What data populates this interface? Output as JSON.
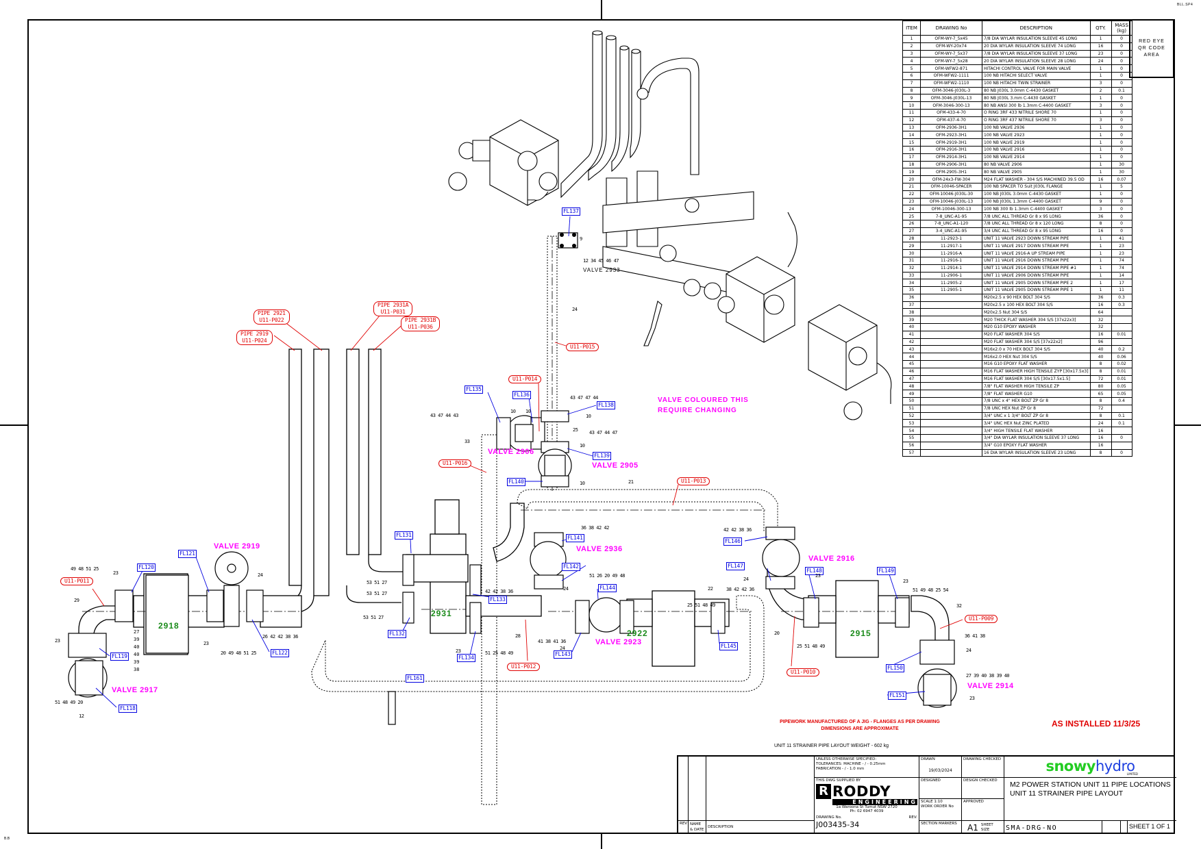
{
  "sheet": {
    "corner_ref": "BLL.SP4",
    "corner_ref_bottom": "B.B"
  },
  "bom": {
    "headers": {
      "item": "ITEM",
      "drawing_no": "DRAWING No",
      "description": "DESCRIPTION",
      "qty": "QTY.",
      "mass": "MASS (kg)"
    },
    "rows": [
      {
        "item": "1",
        "drawing": "OFM-WY-7_5x45",
        "desc": "7/8 DIA WYLAR INSULATION SLEEVE 45 LONG",
        "qty": "1",
        "mass": "0"
      },
      {
        "item": "2",
        "drawing": "OFM-WY-20x74",
        "desc": "20 DIA WYLAR INSULATION SLEEVE 74 LONG",
        "qty": "16",
        "mass": "0"
      },
      {
        "item": "3",
        "drawing": "OFM-WY-7_5x37",
        "desc": "7/8 DIA WYLAR INSULATION SLEEVE 37 LONG",
        "qty": "23",
        "mass": "0"
      },
      {
        "item": "4",
        "drawing": "OFM-WY-7_5x28",
        "desc": "20 DIA WYLAR INSULATION SLEEVE 28 LONG",
        "qty": "24",
        "mass": "0"
      },
      {
        "item": "5",
        "drawing": "OFM-WFW2-871",
        "desc": "HITACHI CONTROL VALVE FOR MAIN VALVE",
        "qty": "1",
        "mass": "0"
      },
      {
        "item": "6",
        "drawing": "OFM-WFW2-1111",
        "desc": "100 NB HITACHI SELECT VALVE",
        "qty": "1",
        "mass": "0"
      },
      {
        "item": "7",
        "drawing": "OFM-WFW2-1110",
        "desc": "100 NB HITACHI TWIN STRAINER",
        "qty": "3",
        "mass": "0"
      },
      {
        "item": "8",
        "drawing": "OFM-3046-J030L-3",
        "desc": "80 NB J030L 3.0mm C-4430 GASKET",
        "qty": "2",
        "mass": "0.1"
      },
      {
        "item": "9",
        "drawing": "OFM-3046-J030L-13",
        "desc": "80 NB J030L 3.mm C-4430 GASKET",
        "qty": "1",
        "mass": "0"
      },
      {
        "item": "10",
        "drawing": "OFM-3046-300-13",
        "desc": "80 NB ANSI 300 lb 1.3mm C-4400 GASKET",
        "qty": "3",
        "mass": "0"
      },
      {
        "item": "11",
        "drawing": "OFM-433-4-70",
        "desc": "O RING 3RF 433 NITRILE SHORE 70",
        "qty": "1",
        "mass": "0"
      },
      {
        "item": "12",
        "drawing": "OFM-437-4-70",
        "desc": "O RING 3RF 437 NITRILE SHORE 70",
        "qty": "3",
        "mass": "0"
      },
      {
        "item": "13",
        "drawing": "OFM-2936-3H1",
        "desc": "100 NB VALVE 2936",
        "qty": "1",
        "mass": "0"
      },
      {
        "item": "14",
        "drawing": "OFM-2923-3H1",
        "desc": "100 NB VALVE 2923",
        "qty": "1",
        "mass": "0"
      },
      {
        "item": "15",
        "drawing": "OFM-2919-3H1",
        "desc": "100 NB VALVE 2919",
        "qty": "1",
        "mass": "0"
      },
      {
        "item": "16",
        "drawing": "OFM-2916-3H1",
        "desc": "100 NB VALVE 2916",
        "qty": "1",
        "mass": "0"
      },
      {
        "item": "17",
        "drawing": "OFM-2914-3H1",
        "desc": "100 NB VALVE 2914",
        "qty": "1",
        "mass": "0"
      },
      {
        "item": "18",
        "drawing": "OFM-2906-3H1",
        "desc": "80 NB VALVE 2906",
        "qty": "1",
        "mass": "30"
      },
      {
        "item": "19",
        "drawing": "OFM-2905-3H1",
        "desc": "80 NB VALVE 2905",
        "qty": "1",
        "mass": "30"
      },
      {
        "item": "20",
        "drawing": "OFM-24x3-FW-304",
        "desc": "M24 FLAT WASHER - 304 S/S MACHINED 39.5 OD",
        "qty": "16",
        "mass": "0.07"
      },
      {
        "item": "21",
        "drawing": "OFM-10046-SPACER",
        "desc": "100 NB SPACER TO Suit J030L FLANGE",
        "qty": "1",
        "mass": "5"
      },
      {
        "item": "22",
        "drawing": "OFM-10046-J030L-30",
        "desc": "100 NB J030L 3.0mm C-4430 GASKET",
        "qty": "1",
        "mass": "0"
      },
      {
        "item": "23",
        "drawing": "OFM-10046-J030L-13",
        "desc": "100 NB J030L 1.3mm C-4400 GASKET",
        "qty": "9",
        "mass": "0"
      },
      {
        "item": "24",
        "drawing": "OFM-10046-300-13",
        "desc": "100 NB 300 lb 1.3mm C-4400 GASKET",
        "qty": "3",
        "mass": "0"
      },
      {
        "item": "25",
        "drawing": "7-8_UNC-A1-95",
        "desc": "7/8 UNC ALL THREAD Gr 8 x 95 LONG",
        "qty": "36",
        "mass": "0"
      },
      {
        "item": "26",
        "drawing": "7-8_UNC-A1-120",
        "desc": "7/8 UNC ALL THREAD Gr 8 x 120 LONG",
        "qty": "8",
        "mass": "0"
      },
      {
        "item": "27",
        "drawing": "3-4_UNC-A1-95",
        "desc": "3/4 UNC ALL THREAD Gr 8 x 95 LONG",
        "qty": "16",
        "mass": "0"
      },
      {
        "item": "28",
        "drawing": "11-2923-1",
        "desc": "UNIT 11 VALVE 2923 DOWN STREAM PIPE",
        "qty": "1",
        "mass": "41"
      },
      {
        "item": "29",
        "drawing": "11-2917-1",
        "desc": "UNIT 11 VALVE 2917 DOWN STREAM PIPE",
        "qty": "1",
        "mass": "23"
      },
      {
        "item": "30",
        "drawing": "11-2916-A",
        "desc": "UNIT 11 VALVE 2916-A UP STREAM PIPE",
        "qty": "1",
        "mass": "23"
      },
      {
        "item": "31",
        "drawing": "11-2916-1",
        "desc": "UNIT 11 VALVE 2916 DOWN STREAM PIPE",
        "qty": "1",
        "mass": "74"
      },
      {
        "item": "32",
        "drawing": "11-2914-1",
        "desc": "UNIT 11 VALVE 2914 DOWN STREAM PIPE #1",
        "qty": "1",
        "mass": "74"
      },
      {
        "item": "33",
        "drawing": "11-2906-1",
        "desc": "UNIT 11 VALVE 2906 DOWN STREAM PIPE",
        "qty": "1",
        "mass": "14"
      },
      {
        "item": "34",
        "drawing": "11-2905-2",
        "desc": "UNIT 11 VALVE 2905 DOWN STREAM PIPE 2",
        "qty": "1",
        "mass": "17"
      },
      {
        "item": "35",
        "drawing": "11-2905-1",
        "desc": "UNIT 11 VALVE 2905 DOWN STREAM PIPE 1",
        "qty": "1",
        "mass": "11"
      },
      {
        "item": "36",
        "drawing": "",
        "desc": "M20x2.5 x 90 HEX BOLT 304 S/S",
        "qty": "36",
        "mass": "0.3"
      },
      {
        "item": "37",
        "drawing": "",
        "desc": "M20x2.5 x 100 HEX BOLT 304 S/S",
        "qty": "16",
        "mass": "0.3"
      },
      {
        "item": "38",
        "drawing": "",
        "desc": "M20x2.5 Nut 304 S/S",
        "qty": "64",
        "mass": ""
      },
      {
        "item": "39",
        "drawing": "",
        "desc": "M20 THICK FLAT WASHER 304 S/S [37x22x3]",
        "qty": "32",
        "mass": ""
      },
      {
        "item": "40",
        "drawing": "",
        "desc": "M20 G10 EPOXY WASHER",
        "qty": "32",
        "mass": ""
      },
      {
        "item": "41",
        "drawing": "",
        "desc": "M20 FLAT WASHER 304 S/S",
        "qty": "16",
        "mass": "0.01"
      },
      {
        "item": "42",
        "drawing": "",
        "desc": "M20 FLAT WASHER 304 S/S [37x22x2]",
        "qty": "96",
        "mass": ""
      },
      {
        "item": "43",
        "drawing": "",
        "desc": "M16x2.0 x 70 HEX BOLT 304 S/S",
        "qty": "40",
        "mass": "0.2"
      },
      {
        "item": "44",
        "drawing": "",
        "desc": "M16x2.0 HEX Nut 304 S/S",
        "qty": "40",
        "mass": "0.06"
      },
      {
        "item": "45",
        "drawing": "",
        "desc": "M16 G10 EPOXY FLAT WASHER",
        "qty": "8",
        "mass": "0.02"
      },
      {
        "item": "46",
        "drawing": "",
        "desc": "M16 FLAT WASHER HIGH TENSILE ZYP [30x17.5x3]",
        "qty": "8",
        "mass": "0.01"
      },
      {
        "item": "47",
        "drawing": "",
        "desc": "M16 FLAT WASHER 304 S/S [30x17.5x1.5]",
        "qty": "72",
        "mass": "0.01"
      },
      {
        "item": "48",
        "drawing": "",
        "desc": "7/8\" FLAT WASHER HIGH TENSILE ZP",
        "qty": "80",
        "mass": "0.05"
      },
      {
        "item": "49",
        "drawing": "",
        "desc": "7/8\" FLAT WASHER G10",
        "qty": "65",
        "mass": "0.05"
      },
      {
        "item": "50",
        "drawing": "",
        "desc": "7/8 UNC x 4\" HEX BOLT ZP Gr 8",
        "qty": "8",
        "mass": "0.4"
      },
      {
        "item": "51",
        "drawing": "",
        "desc": "7/8 UNC HEX Nut ZP Gr 8",
        "qty": "72",
        "mass": ""
      },
      {
        "item": "52",
        "drawing": "",
        "desc": "3/4\" UNC x 1 3/4\" BOLT ZP Gr 8",
        "qty": "8",
        "mass": "0.1"
      },
      {
        "item": "53",
        "drawing": "",
        "desc": "3/4\" UNC HEX Nut ZINC PLATED",
        "qty": "24",
        "mass": "0.1"
      },
      {
        "item": "54",
        "drawing": "",
        "desc": "3/4\" HIGH TENSILE FLAT WASHER",
        "qty": "16",
        "mass": ""
      },
      {
        "item": "55",
        "drawing": "",
        "desc": "3/4\" DIA WYLAR INSULATION SLEEVE 37 LONG",
        "qty": "16",
        "mass": "0"
      },
      {
        "item": "56",
        "drawing": "",
        "desc": "3/4\" G10 EPOXY FLAT WASHER",
        "qty": "16",
        "mass": ""
      },
      {
        "item": "57",
        "drawing": "",
        "desc": "16 DIA WYLAR INSULATION SLEEVE 23 LONG",
        "qty": "8",
        "mass": "0"
      }
    ]
  },
  "qr_area": {
    "line1": "RED EYE",
    "line2": "QR CODE",
    "line3": "AREA"
  },
  "valves": {
    "v2933": "VALVE 2933",
    "v2906": "VALVE 2906",
    "v2905": "VALVE 2905",
    "v2919": "VALVE 2919",
    "v2936": "VALVE 2936",
    "v2916": "VALVE 2916",
    "v2923": "VALVE 2923",
    "v2917": "VALVE 2917",
    "v2914": "VALVE 2914"
  },
  "equipment": {
    "e2918": "2918",
    "e2931": "2931",
    "e2922": "2922",
    "e2915": "2915"
  },
  "flanges": {
    "fl137": "FL137",
    "fl135": "FL135",
    "fl136": "FL136",
    "fl138": "FL138",
    "fl139": "FL139",
    "fl140": "FL140",
    "fl120": "FL120",
    "fl121": "FL121",
    "fl122": "FL122",
    "fl119": "FL119",
    "fl118": "FL118",
    "fl131": "FL131",
    "fl132": "FL132",
    "fl133": "FL133",
    "fl134": "FL134",
    "fl161": "FL161",
    "fl141": "FL141",
    "fl142": "FL142",
    "fl143": "FL143",
    "fl144": "FL144",
    "fl145": "FL145",
    "fl146": "FL146",
    "fl147": "FL147",
    "fl148": "FL148",
    "fl149": "FL149",
    "fl150": "FL150",
    "fl151": "FL151"
  },
  "pipes": {
    "p2921": [
      "PIPE 2921",
      "U11-P022"
    ],
    "p2919": [
      "PIPE 2919",
      "U11-P024"
    ],
    "p2931a": [
      "PIPE 2931A",
      "U11-P031"
    ],
    "p2931b": [
      "PIPE 2931B",
      "U11-P036"
    ],
    "p015": "U11-P015",
    "p014": "U11-P014",
    "p016": "U11-P016",
    "p013": "U11-P013",
    "p011": "U11-P011",
    "p012": "U11-P012",
    "p010": "U11-P010",
    "p009": "U11-P009"
  },
  "balloons": {
    "b2933a": "9",
    "b2933b": "12 34 45 46 47",
    "b24top": "24",
    "b4347a": "43 47 47 44",
    "b10a": "10",
    "b25": "25",
    "b4347b": "43 47 44 47",
    "b10b": "10",
    "b10c": "10",
    "b43_2906": "43 47 44 43",
    "b10_2906a": "10",
    "b10_2906b": "10",
    "b33": "33",
    "b21": "21",
    "b_2919_left": "49 48 51 25",
    "b23a": "23",
    "b29": "29",
    "b23b": "23",
    "b_stack": [
      "27",
      "39",
      "40",
      "40",
      "39",
      "38"
    ],
    "b23c": "23",
    "b_2919_bot": "20 49 48 51 25",
    "b24b": "24",
    "b_2919_r": "26 42 42 38 36",
    "b20": "20",
    "b12": "12",
    "b_2917": "51 48 49 20",
    "b_2931a": "53 51 27",
    "b_2931b": "53 51 27",
    "b_2931c": "53 51 27",
    "b_2936a": "36 38 42 42",
    "b_2936b": "42 42 38 36",
    "b24c": "24",
    "b23d": "23",
    "b28": "28",
    "b_2931bot": "51 25 48 49",
    "b_2923a": "51 26 20 49 48",
    "b_2923b": "41 38 41 36",
    "b24d": "24",
    "b22": "22",
    "b_2922r": "25 51 48 49",
    "b_2916a": "42 42 38 36",
    "b24e": "24",
    "b_2916b": "38 42 42 36",
    "b23e": "23",
    "b20b": "20",
    "b_2916c": "25 51 48 49",
    "b23f": "23",
    "b_2915r": "51 49 48 25 54",
    "b32": "32",
    "b_2914a": "36 41 38",
    "b24f": "24",
    "b_2914b": "27 39 40 38 39 40",
    "b23g": "23"
  },
  "notes": {
    "valve_colour_1": "VALVE COLOURED THIS",
    "valve_colour_2": "REQUIRE CHANGING",
    "jig_1": "PIPEWORK MANUFACTURED OF A JIG - FLANGES AS PER DRAWING",
    "jig_2": "DIMENSIONS ARE APPROXIMATE",
    "as_installed": "AS INSTALLED 11/3/25",
    "weight": "UNIT 11 STRAINER PIPE LAYOUT WEIGHT - 602 kg"
  },
  "title_block": {
    "rev_label": "REV",
    "name_date_label": "NAME & DATE",
    "description_label": "DESCRIPTION",
    "tolerances_1": "UNLESS OTHERWISE SPECIFIED:",
    "tolerances_2": "TOLERANCES: MACHINE - / - 0.25mm",
    "tolerances_3": "FABRICATION - / - 1.0 mm",
    "supplied_by": "THIS DWG SUPPLIED BY",
    "company_name": "RODDY",
    "company_sub": "ENGINEERING",
    "company_addr": "1a Waroona St Tumut NSW 2720",
    "company_phone": "Ph: 02 6947 4039",
    "drawing_no_label": "DRAWING No.",
    "rev_small": "REV:",
    "drawing_no": "J003435-34",
    "drawn_label": "DRAWN",
    "drawn_date": "19/03/2024",
    "drawing_checked_label": "DRAWING CHECKED",
    "designed_label": "DESIGNED",
    "design_checked_label": "DESIGN CHECKED",
    "scale": "SCALE 1:10",
    "work_order": "WORK ORDER No",
    "approved_label": "APPROVED",
    "section_label": "SECTION MARKERS",
    "sheet_size": "A1",
    "sheet_size_label": "SHEET SIZE",
    "client_logo_1": "snowy",
    "client_logo_2": "hydro",
    "client_logo_sub": "LIMITED",
    "title_1": "M2 POWER STATION UNIT 11 PIPE LOCATIONS",
    "title_2": "UNIT 11 STRAINER PIPE LAYOUT",
    "doc_no": "SMA-DRG-NO",
    "sheet": "SHEET 1 OF 1"
  },
  "colors": {
    "flange_tag": "#0000e0",
    "pipe_tag": "#e00000",
    "valve_label": "#ff00ff",
    "equipment_label": "#1a8a1a",
    "snowy_green": "#22cc22",
    "hydro_blue": "#1e40e0"
  }
}
